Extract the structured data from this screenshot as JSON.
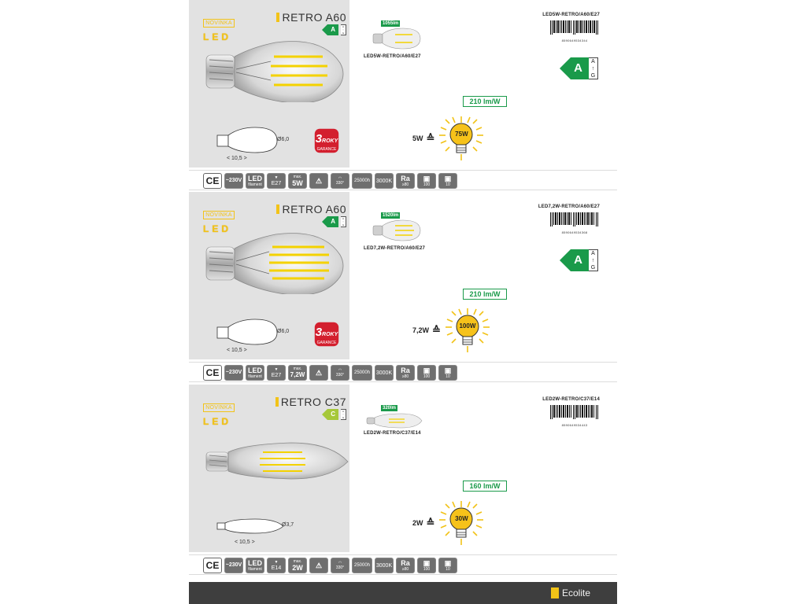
{
  "colors": {
    "accent": "#f2c318",
    "energy_green": "#1a9a4a",
    "energy_lightgreen": "#a6c83a",
    "guarantee_red": "#d31f2e",
    "panel_grey": "#e2e2e2",
    "footer": "#3e3e3e"
  },
  "products": [
    {
      "novinka": "NOVINKA",
      "led_logo": "LED",
      "model": "RETRO A60",
      "small_class": "A",
      "small_class_color": "#1a9a4a",
      "diameter": "Ø6,0",
      "length": "< 10,5 >",
      "guarantee": {
        "num": "3",
        "roky": "ROKY",
        "garance": "GARANCE"
      },
      "lumens": "1055lm",
      "mini_caption": "LED5W-RETRO/A60/E27",
      "code": "LED5W-RETRO/A60/E27",
      "barcode_number": "8590649534344",
      "energy_class": "A",
      "scale_top": "A",
      "scale_bottom": "G",
      "efficacy": "210 lm/W",
      "watt": "5W",
      "equals": "≙",
      "equiv": "75W",
      "icons": {
        "ce": "CE",
        "voltage": "~230V",
        "led_top": "LED",
        "led_bottom": "filament",
        "socket": "E27",
        "max_top": "max.",
        "max_val": "5W",
        "angle": "330°",
        "life": "25000h",
        "temp": "3000K",
        "ra_top": "Ra",
        "ra_bottom": "≥80",
        "box1": "100",
        "box2": "10"
      }
    },
    {
      "novinka": "NOVINKA",
      "led_logo": "LED",
      "model": "RETRO A60",
      "small_class": "A",
      "small_class_color": "#1a9a4a",
      "diameter": "Ø6,0",
      "length": "< 10,5 >",
      "guarantee": {
        "num": "3",
        "roky": "ROKY",
        "garance": "GARANCE"
      },
      "lumens": "1520lm",
      "mini_caption": "LED7,2W-RETRO/A60/E27",
      "code": "LED7,2W-RETRO/A60/E27",
      "barcode_number": "8590649534368",
      "energy_class": "A",
      "scale_top": "A",
      "scale_bottom": "G",
      "efficacy": "210 lm/W",
      "watt": "7,2W",
      "equals": "≙",
      "equiv": "100W",
      "icons": {
        "ce": "CE",
        "voltage": "~230V",
        "led_top": "LED",
        "led_bottom": "filament",
        "socket": "E27",
        "max_top": "max.",
        "max_val": "7,2W",
        "angle": "330°",
        "life": "25000h",
        "temp": "3000K",
        "ra_top": "Ra",
        "ra_bottom": "≥80",
        "box1": "100",
        "box2": "10"
      }
    },
    {
      "novinka": "NOVINKA",
      "led_logo": "LED",
      "model": "RETRO C37",
      "small_class": "C",
      "small_class_color": "#a6c83a",
      "diameter": "Ø3,7",
      "length": "< 10,5 >",
      "lumens": "320lm",
      "mini_caption": "LED2W-RETRO/C37/E14",
      "code": "LED2W-RETRO/C37/E14",
      "barcode_number": "8590649534443",
      "efficacy": "160 lm/W",
      "watt": "2W",
      "equals": "≙",
      "equiv": "30W",
      "icons": {
        "ce": "CE",
        "voltage": "~230V",
        "led_top": "LED",
        "led_bottom": "filament",
        "socket": "E14",
        "max_top": "max.",
        "max_val": "2W",
        "angle": "330°",
        "life": "25000h",
        "temp": "3000K",
        "ra_top": "Ra",
        "ra_bottom": "≥80",
        "box1": "100",
        "box2": "10"
      }
    }
  ],
  "footer": {
    "brand": "Ecolite"
  }
}
